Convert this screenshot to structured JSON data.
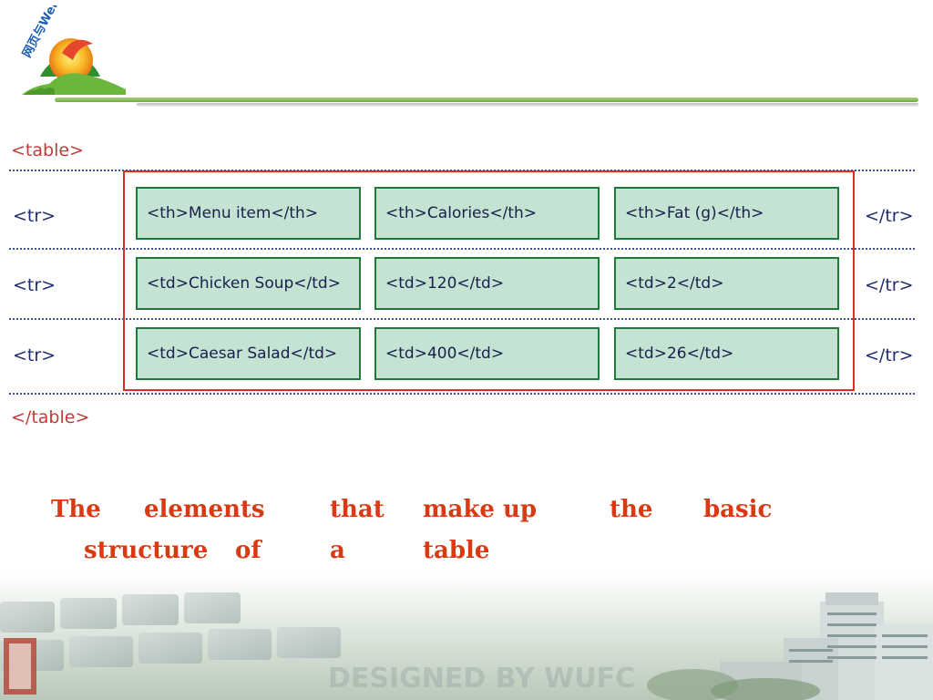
{
  "logo": {
    "text": "网页与Web程序设计"
  },
  "table_open_tag": "<table>",
  "table_close_tag": "</table>",
  "rows": [
    {
      "open_tag": "<tr>",
      "close_tag": "</tr>",
      "cells": [
        "<th>Menu item</th>",
        "<th>Calories</th>",
        "<th>Fat (g)</th>"
      ]
    },
    {
      "open_tag": "<tr>",
      "close_tag": "</tr>",
      "cells": [
        "<td>Chicken Soup</td>",
        "<td>120</td>",
        "<td>2</td>"
      ]
    },
    {
      "open_tag": "<tr>",
      "close_tag": "</tr>",
      "cells": [
        "<td>Caesar Salad</td>",
        "<td>400</td>",
        "<td>26</td>"
      ]
    }
  ],
  "caption": {
    "line1": [
      "The",
      "elements",
      "that",
      "make up",
      "the",
      "basic"
    ],
    "line2": [
      "structure",
      "of",
      "a",
      "table"
    ]
  },
  "footer": {
    "watermark": "DESIGNED BY WUFC"
  },
  "colors": {
    "cell_fill": "#c4e3d2",
    "cell_border": "#1f7a3a",
    "frame_border": "#e02c2c",
    "caption_text": "#d93a12",
    "tag_red": "#c43a3a",
    "tag_blue": "#1f2c6e"
  }
}
